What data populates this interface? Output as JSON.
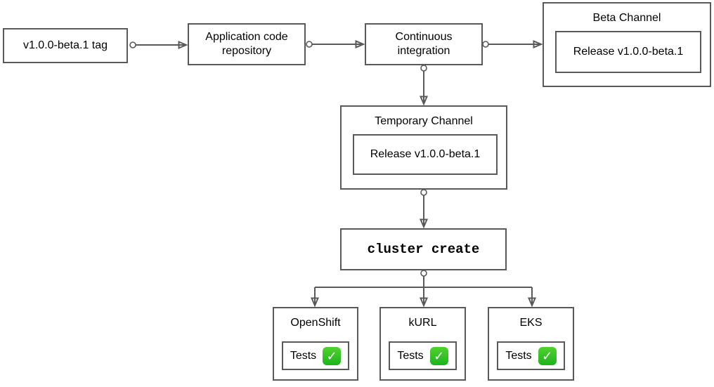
{
  "colors": {
    "border": "#595959",
    "connector": "#595959",
    "text": "#000000",
    "background": "#ffffff",
    "check_green": "#1db41d",
    "check_mark_color": "#ffffff"
  },
  "nodes": {
    "tag": {
      "label": "v1.0.0-beta.1 tag"
    },
    "repo": {
      "label": "Application code repository"
    },
    "ci": {
      "label": "Continuous integration"
    },
    "beta_channel": {
      "title": "Beta Channel",
      "release": "Release v1.0.0-beta.1"
    },
    "temporary_channel": {
      "title": "Temporary Channel",
      "release": "Release v1.0.0-beta.1"
    },
    "cluster_create": {
      "label": "cluster create"
    },
    "clusters": [
      {
        "title": "OpenShift",
        "tests_label": "Tests",
        "check_icon": "✓"
      },
      {
        "title": "kURL",
        "tests_label": "Tests",
        "check_icon": "✓"
      },
      {
        "title": "EKS",
        "tests_label": "Tests",
        "check_icon": "✓"
      }
    ]
  }
}
